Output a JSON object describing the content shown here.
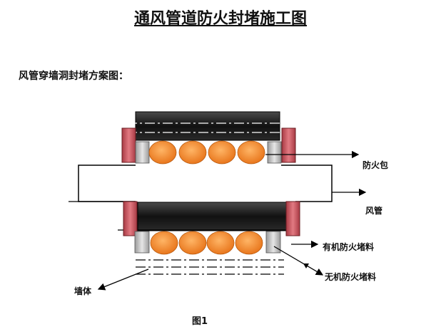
{
  "title": "通风管道防火封堵施工图",
  "subtitle": "风管穿墙洞封堵方案图：",
  "labels": {
    "fire_bag": "防火包",
    "duct": "风管",
    "organic_sealant": "有机防火堵料",
    "inorganic_sealant": "无机防火堵料",
    "wall": "墙体"
  },
  "caption": "图1",
  "colors": {
    "duct": "#1a1a1a",
    "fire_bag": "#f08a2a",
    "flange": "#c0505a",
    "inorganic_block": "#b8b8b8",
    "line": "#000000"
  }
}
